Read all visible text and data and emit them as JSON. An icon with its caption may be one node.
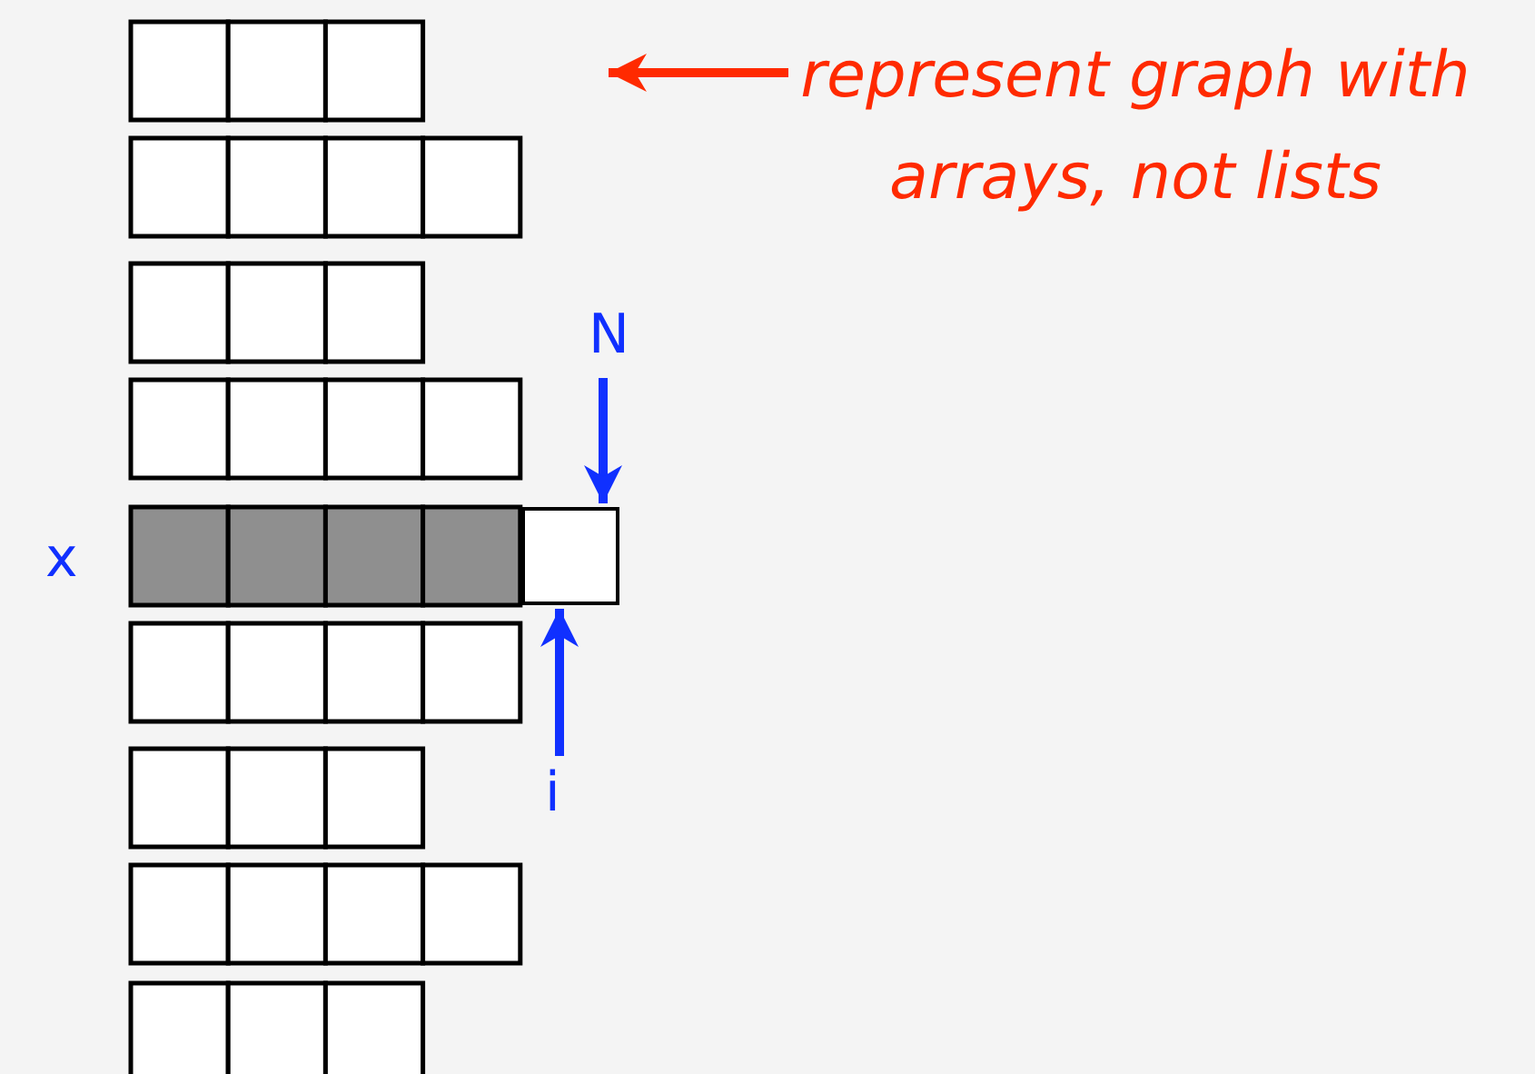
{
  "diagram": {
    "nodes": [
      {
        "text": [
          "represent graph with arrays, not lists"
        ]
      },
      {
        "text": [
          "N"
        ]
      },
      {
        "text": [
          "i"
        ]
      },
      {
        "text": [],
        "shape": "box"
      }
    ],
    "edges": [
      {
        "from": 0,
        "to": null,
        "arrow": "to",
        "color": "#ff2a00"
      },
      {
        "from": 1,
        "to": 3,
        "arrow": "to"
      },
      {
        "from": 2,
        "to": 3,
        "arrow": "to"
      }
    ],
    "labels": [
      "x"
    ]
  }
}
